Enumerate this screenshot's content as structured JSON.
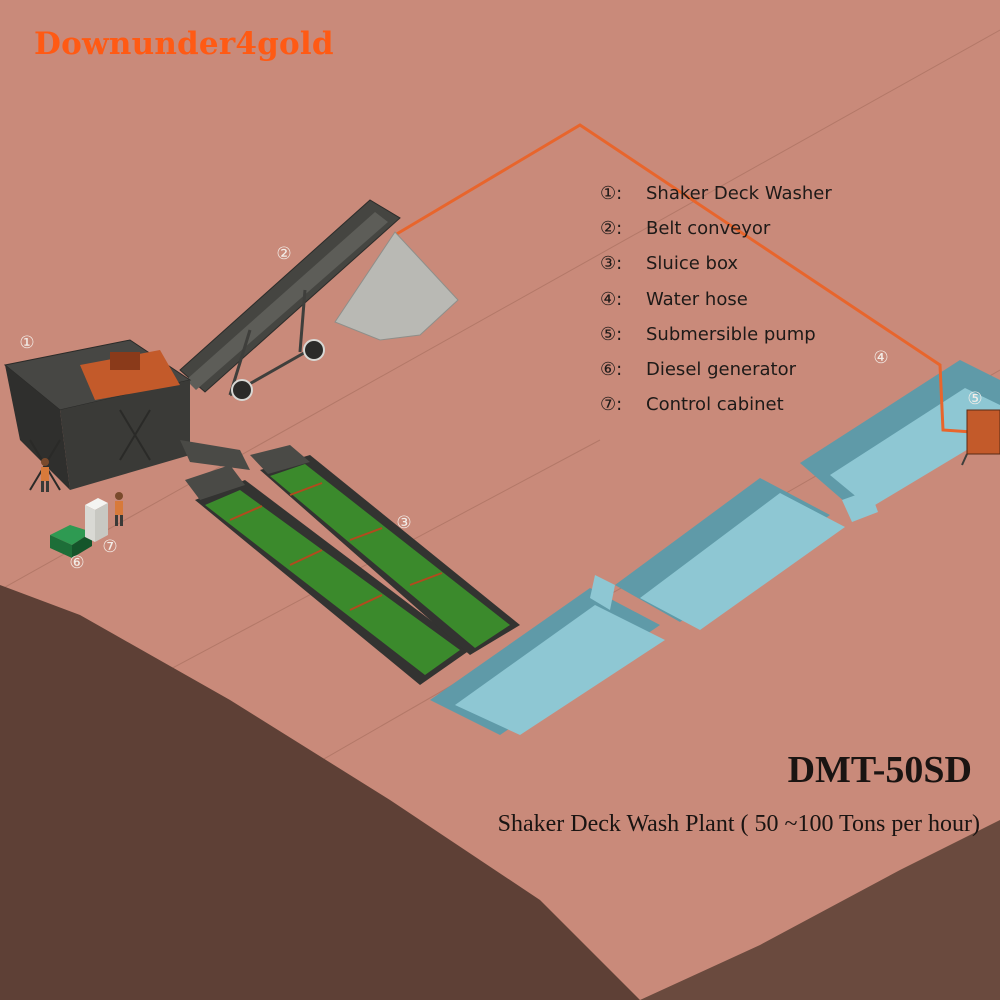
{
  "brand": {
    "text": "Downunder4gold",
    "color": "#ff5a14"
  },
  "legend": [
    {
      "num": "①:",
      "label": "Shaker Deck Washer"
    },
    {
      "num": "②:",
      "label": "Belt conveyor"
    },
    {
      "num": "③:",
      "label": "Sluice box"
    },
    {
      "num": "④:",
      "label": "Water hose"
    },
    {
      "num": "⑤:",
      "label": "Submersible pump"
    },
    {
      "num": "⑥:",
      "label": "Diesel generator"
    },
    {
      "num": "⑦:",
      "label": "Control cabinet"
    }
  ],
  "markers": {
    "washer": "①",
    "conveyor": "②",
    "sluice": "③",
    "hose": "④",
    "pump": "⑤",
    "generator": "⑥",
    "cabinet": "⑦"
  },
  "model": "DMT-50SD",
  "subtitle": "Shaker Deck Wash Plant ( 50 ~100 Tons per hour)",
  "colors": {
    "ground": "#c98a7a",
    "slope": "#5e4036",
    "water": "#8ec7d3",
    "pit_wall": "#5f9aa8",
    "hose": "#e8652c",
    "steel": "#3f3f3c",
    "sluice_mat": "#3b8a2c",
    "gravel": "#b9b9b4"
  },
  "icons": [
    "shaker-deck-washer-icon",
    "belt-conveyor-icon",
    "sluice-box-icon",
    "water-hose-icon",
    "submersible-pump-icon",
    "diesel-generator-icon",
    "control-cabinet-icon",
    "worker-icon",
    "gravel-pile-icon",
    "settling-pond-icon"
  ]
}
